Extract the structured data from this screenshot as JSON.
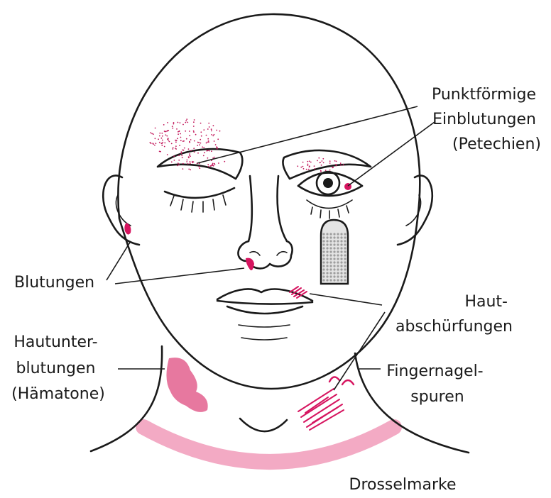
{
  "labels": {
    "petechien": [
      "Punktförmige",
      "Einblutungen",
      "(Petechien)"
    ],
    "blutungen": [
      "Blutungen"
    ],
    "hautabschuerfungen": [
      "Haut-",
      "abschürfungen"
    ],
    "hautunterblutungen": [
      "Hautunter-",
      "blutungen",
      "(Hämatone)"
    ],
    "fingernagelspuren": [
      "Fingernagel-",
      "spuren"
    ],
    "drosselmarke": [
      "Drosselmarke"
    ]
  },
  "colors": {
    "outline": "#1a1a1a",
    "blood": "#d6145f",
    "hematoma": "#e7789f",
    "strangulation_mark": "#f3aac4",
    "petechiae_dots": "#c2185b",
    "lividity_dots": "#9e9e9e"
  }
}
